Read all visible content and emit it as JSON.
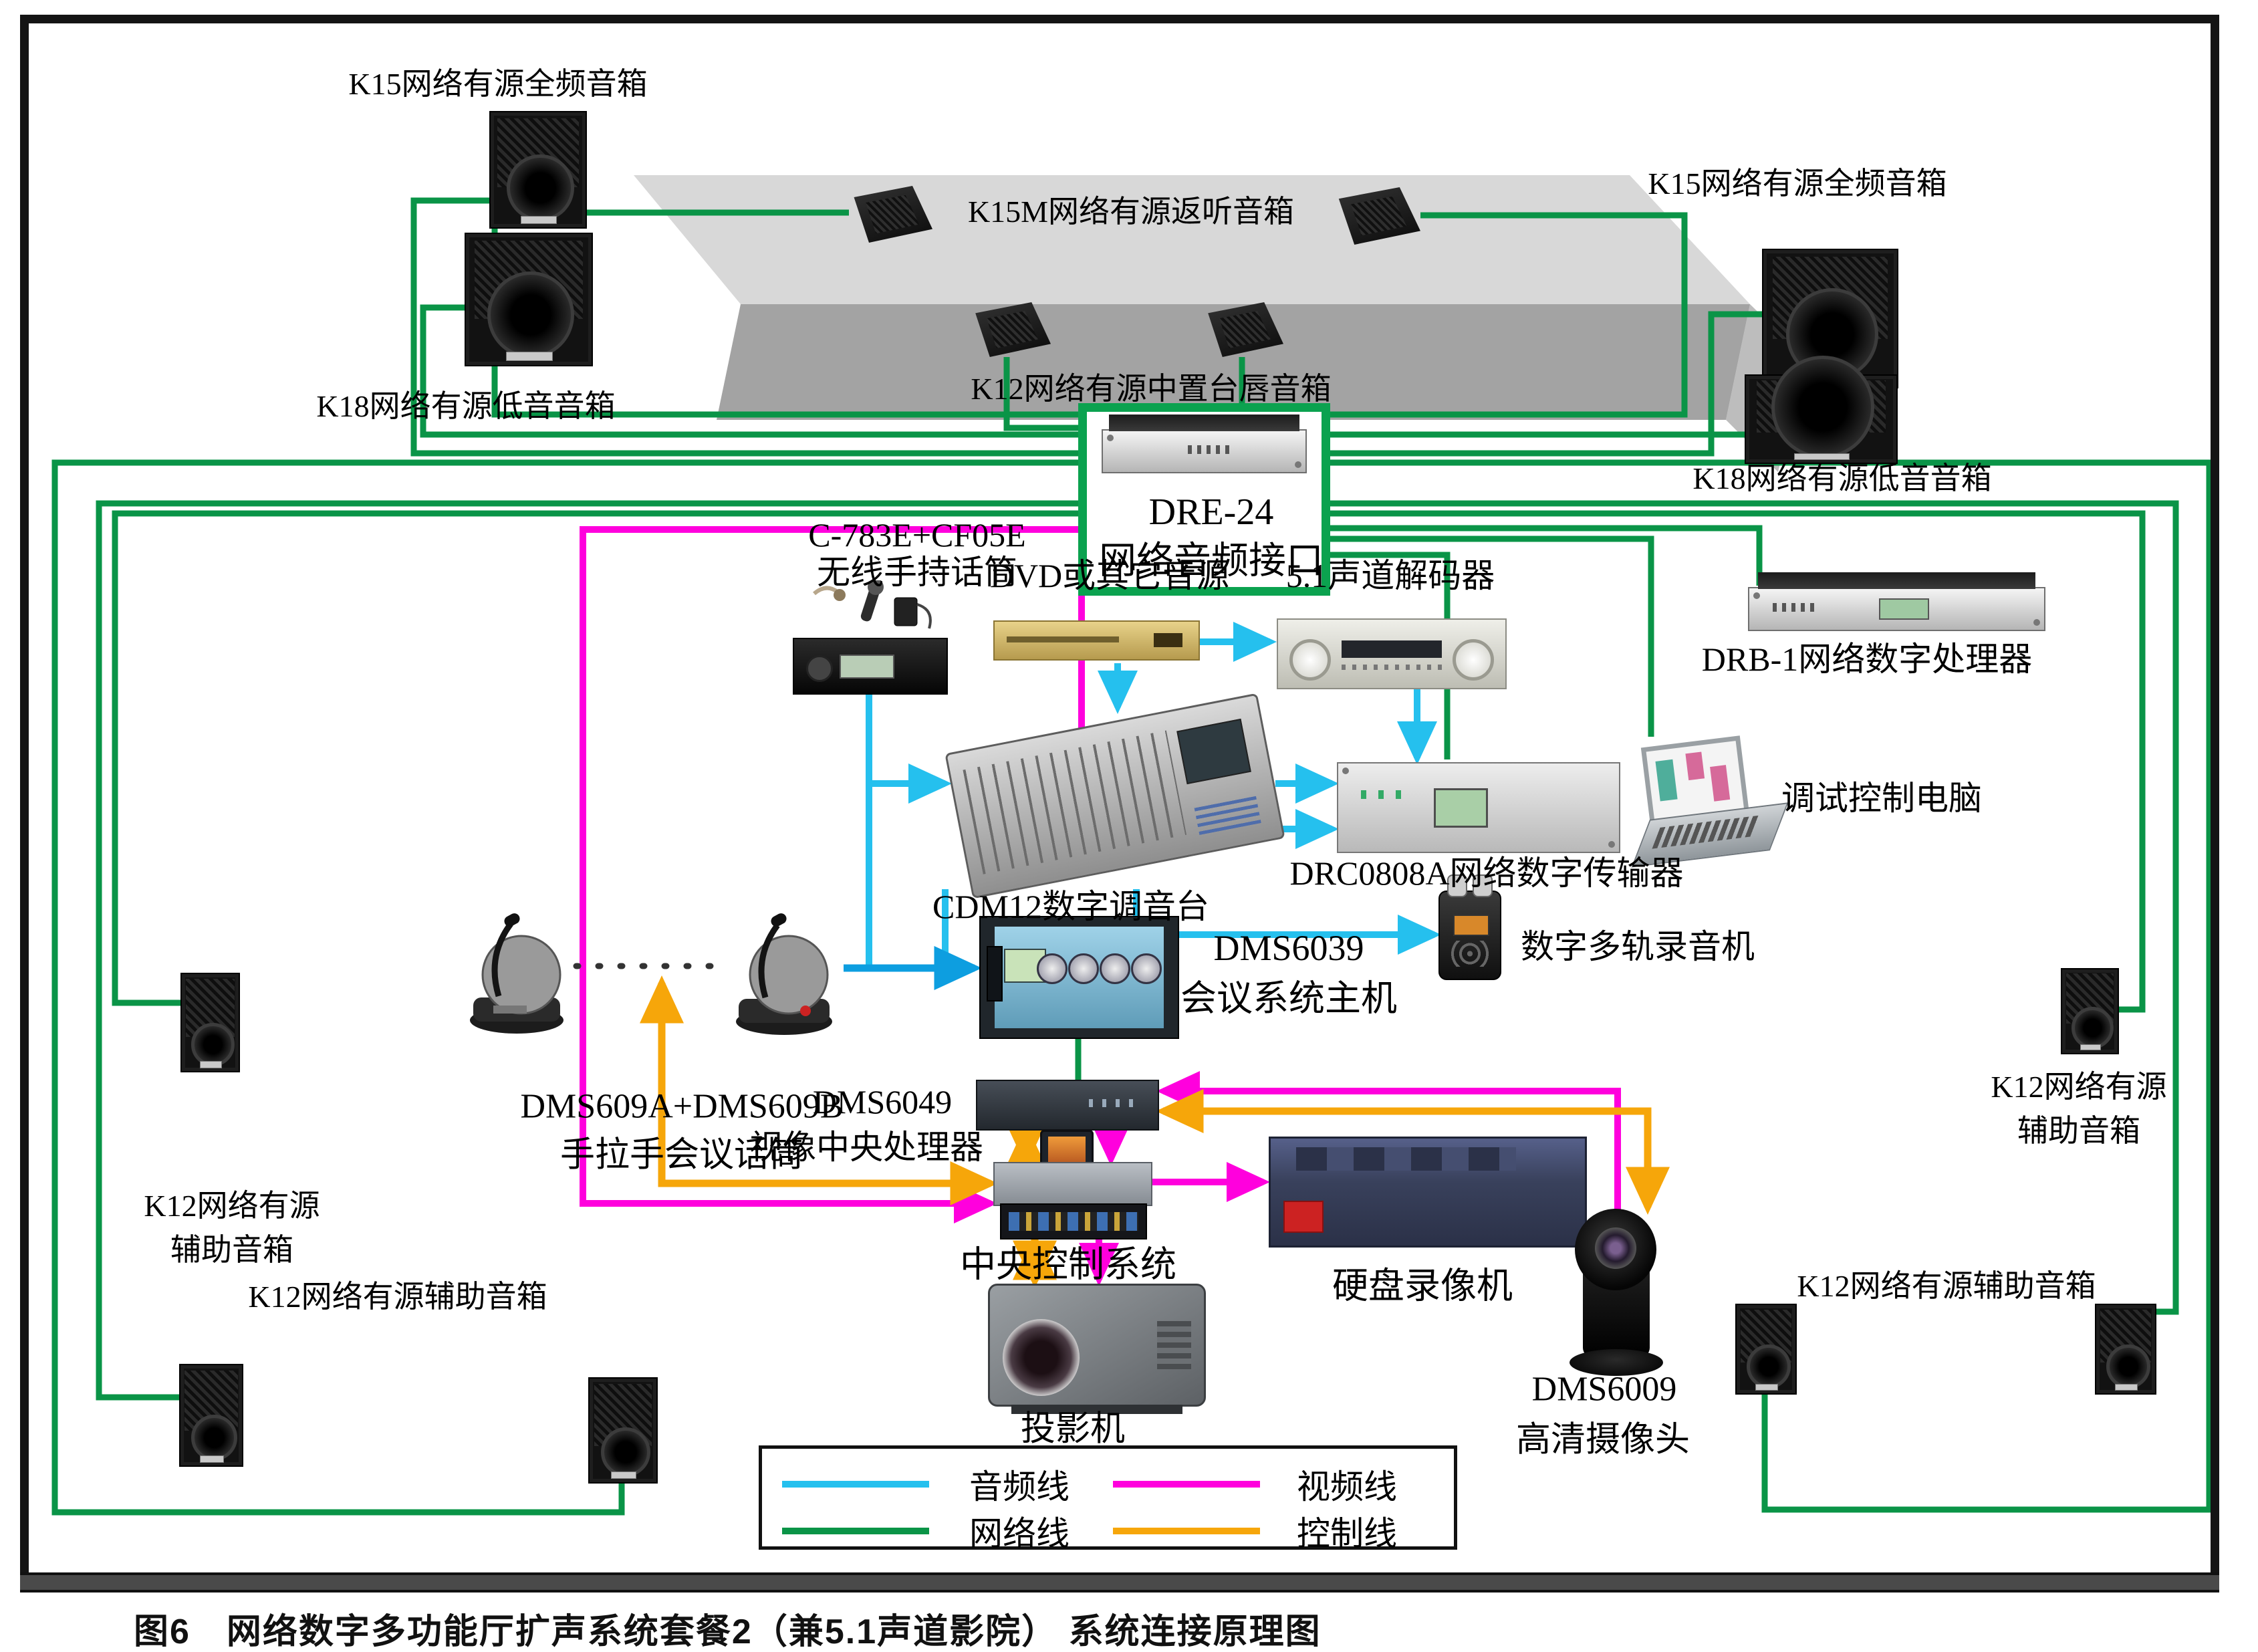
{
  "caption": "图6　网络数字多功能厅扩声系统套餐2（兼5.1声道影院） 系统连接原理图",
  "colors": {
    "audio_line": "#25c0ee",
    "video_line": "#ff00dd",
    "network_line": "#0a9447",
    "control_line": "#f6a60a",
    "dre_border": "#0ba24f"
  },
  "legend": {
    "audio": "音频线",
    "video": "视频线",
    "network": "网络线",
    "control": "控制线"
  },
  "labels": {
    "k15_left": "K15网络有源全频音箱",
    "k15_right": "K15网络有源全频音箱",
    "k18_left": "K18网络有源低音音箱",
    "k18_right": "K18网络有源低音音箱",
    "k15m": "K15M网络有源返听音箱",
    "k12_center": "K12网络有源中置台唇音箱",
    "dre_model": "DRE-24",
    "dre_name": "网络音频接口",
    "c783_line1": "C-783E+CF05E",
    "c783_line2": "无线手持话筒",
    "dvd": "DVD或其它音源",
    "decoder51": "5.1声道解码器",
    "drb1": "DRB-1网络数字处理器",
    "pc": "调试控制电脑",
    "cdm12": "CDM12数字调音台",
    "drc0808a": "DRC0808A网络数字传输器",
    "recorder": "数字多轨录音机",
    "dms6039_line1": "DMS6039",
    "dms6039_line2": "会议系统主机",
    "mics_line1": "DMS609A+DMS609B",
    "mics_line2": "手拉手会议话筒",
    "dms6049_line1": "DMS6049",
    "dms6049_line2": "视像中央处理器",
    "central_control": "中央控制系统",
    "dvr": "硬盘录像机",
    "projector": "投影机",
    "camera_line1": "DMS6009",
    "camera_line2": "高清摄像头",
    "k12_aux_left_line1": "K12网络有源",
    "k12_aux_left_line2": "辅助音箱",
    "k12_aux_right_line1": "K12网络有源",
    "k12_aux_right_line2": "辅助音箱",
    "k12_aux_bottom_left": "K12网络有源辅助音箱",
    "k12_aux_bottom_right": "K12网络有源辅助音箱"
  }
}
